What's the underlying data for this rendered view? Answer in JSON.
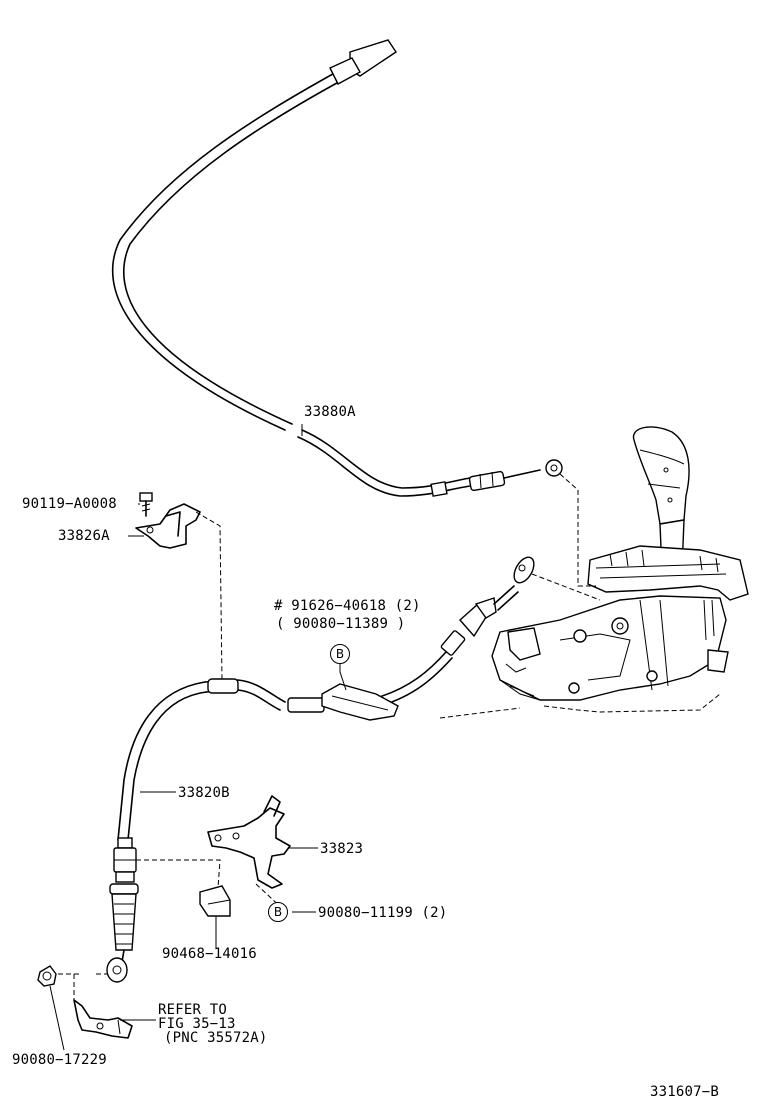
{
  "diagram": {
    "figure_id": "331607−B",
    "callout_letter": "B",
    "labels": {
      "p33880A": "33880A",
      "p90119": "90119−A0008",
      "p33826A": "33826A",
      "p91626": "# 91626−40618 (2)",
      "p90080_11389": "( 90080−11389 )",
      "p33820B": "33820B",
      "p33823": "33823",
      "p90080_11199": "90080−11199 (2)",
      "p90468": "90468−14016",
      "refer_line1": "REFER TO",
      "refer_line2": "FIG 35−13",
      "refer_line3": "(PNC 35572A)",
      "p90080_17229": "90080−17229"
    }
  }
}
